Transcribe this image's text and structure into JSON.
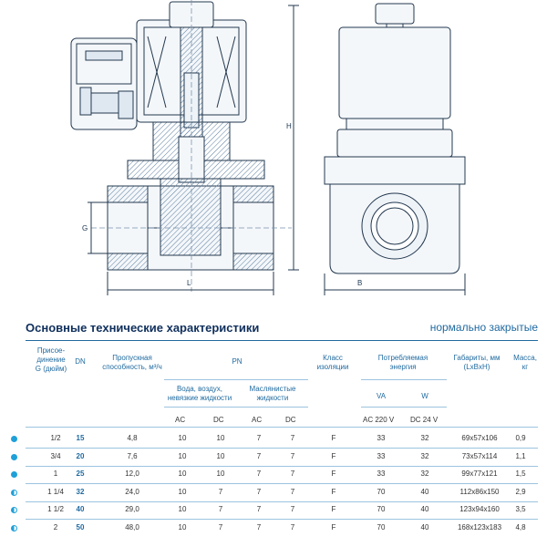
{
  "dimensions": {
    "h": "H",
    "g": "G",
    "l": "L",
    "b": "B"
  },
  "section": {
    "title": "Основные технические характеристики",
    "subtitle": "нормально закрытые"
  },
  "table": {
    "headers": {
      "size": "Присое-\nдинение\nG (дюйм)",
      "dn": "DN",
      "flow": "Пропускная\nспособность, м³/ч",
      "pn": "PN",
      "class": "Класс\nизоляции",
      "power": "Потребляемая\nэнергия",
      "dims": "Габариты, мм\n(LxBxH)",
      "mass": "Масса,\nкг"
    },
    "subheaders": {
      "water": "Вода, воздух,\nневязкие жидкости",
      "oil": "Маслянистые\nжидкости",
      "va": "VA",
      "w": "W",
      "ac": "AC",
      "dc": "DC",
      "ac220": "AC 220 V",
      "dc24": "DC 24 V"
    },
    "rows": [
      {
        "size": "1/2",
        "dn": "15",
        "flow": "4,8",
        "w_ac": "10",
        "w_dc": "10",
        "o_ac": "7",
        "o_dc": "7",
        "cls": "F",
        "va": "33",
        "w": "32",
        "dims": "69x57x106",
        "mass": "0,9",
        "icon": "full"
      },
      {
        "size": "3/4",
        "dn": "20",
        "flow": "7,6",
        "w_ac": "10",
        "w_dc": "10",
        "o_ac": "7",
        "o_dc": "7",
        "cls": "F",
        "va": "33",
        "w": "32",
        "dims": "73x57x114",
        "mass": "1,1",
        "icon": "full"
      },
      {
        "size": "1",
        "dn": "25",
        "flow": "12,0",
        "w_ac": "10",
        "w_dc": "10",
        "o_ac": "7",
        "o_dc": "7",
        "cls": "F",
        "va": "33",
        "w": "32",
        "dims": "99x77x121",
        "mass": "1,5",
        "icon": "full"
      },
      {
        "size": "1 1/4",
        "dn": "32",
        "flow": "24,0",
        "w_ac": "10",
        "w_dc": "7",
        "o_ac": "7",
        "o_dc": "7",
        "cls": "F",
        "va": "70",
        "w": "40",
        "dims": "112x86x150",
        "mass": "2,9",
        "icon": "half"
      },
      {
        "size": "1 1/2",
        "dn": "40",
        "flow": "29,0",
        "w_ac": "10",
        "w_dc": "7",
        "o_ac": "7",
        "o_dc": "7",
        "cls": "F",
        "va": "70",
        "w": "40",
        "dims": "123x94x160",
        "mass": "3,5",
        "icon": "half"
      },
      {
        "size": "2",
        "dn": "50",
        "flow": "48,0",
        "w_ac": "10",
        "w_dc": "7",
        "o_ac": "7",
        "o_dc": "7",
        "cls": "F",
        "va": "70",
        "w": "40",
        "dims": "168x123x183",
        "mass": "4,8",
        "icon": "half"
      }
    ]
  },
  "colors": {
    "accent": "#1f6aa0",
    "title": "#0f2f5c",
    "dot": "#1fa0d8"
  }
}
